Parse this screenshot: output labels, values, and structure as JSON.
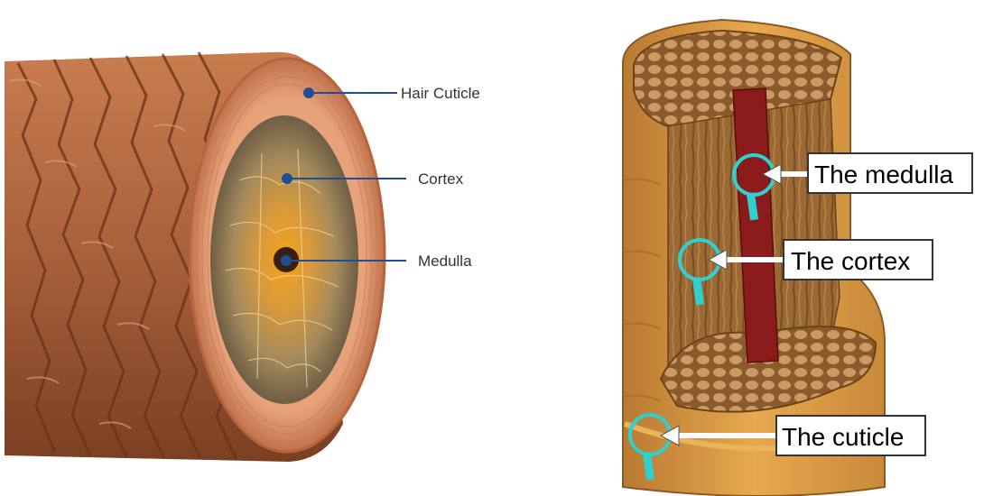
{
  "left_diagram": {
    "labels": {
      "cuticle": "Hair Cuticle",
      "cortex": "Cortex",
      "medulla": "Medulla"
    },
    "pointer_color": "#1f4e96"
  },
  "right_diagram": {
    "labels": {
      "medulla": "The medulla",
      "cortex": "The cortex",
      "cuticle": "The cuticle"
    },
    "magnifier_color": "#2fd0d0"
  }
}
